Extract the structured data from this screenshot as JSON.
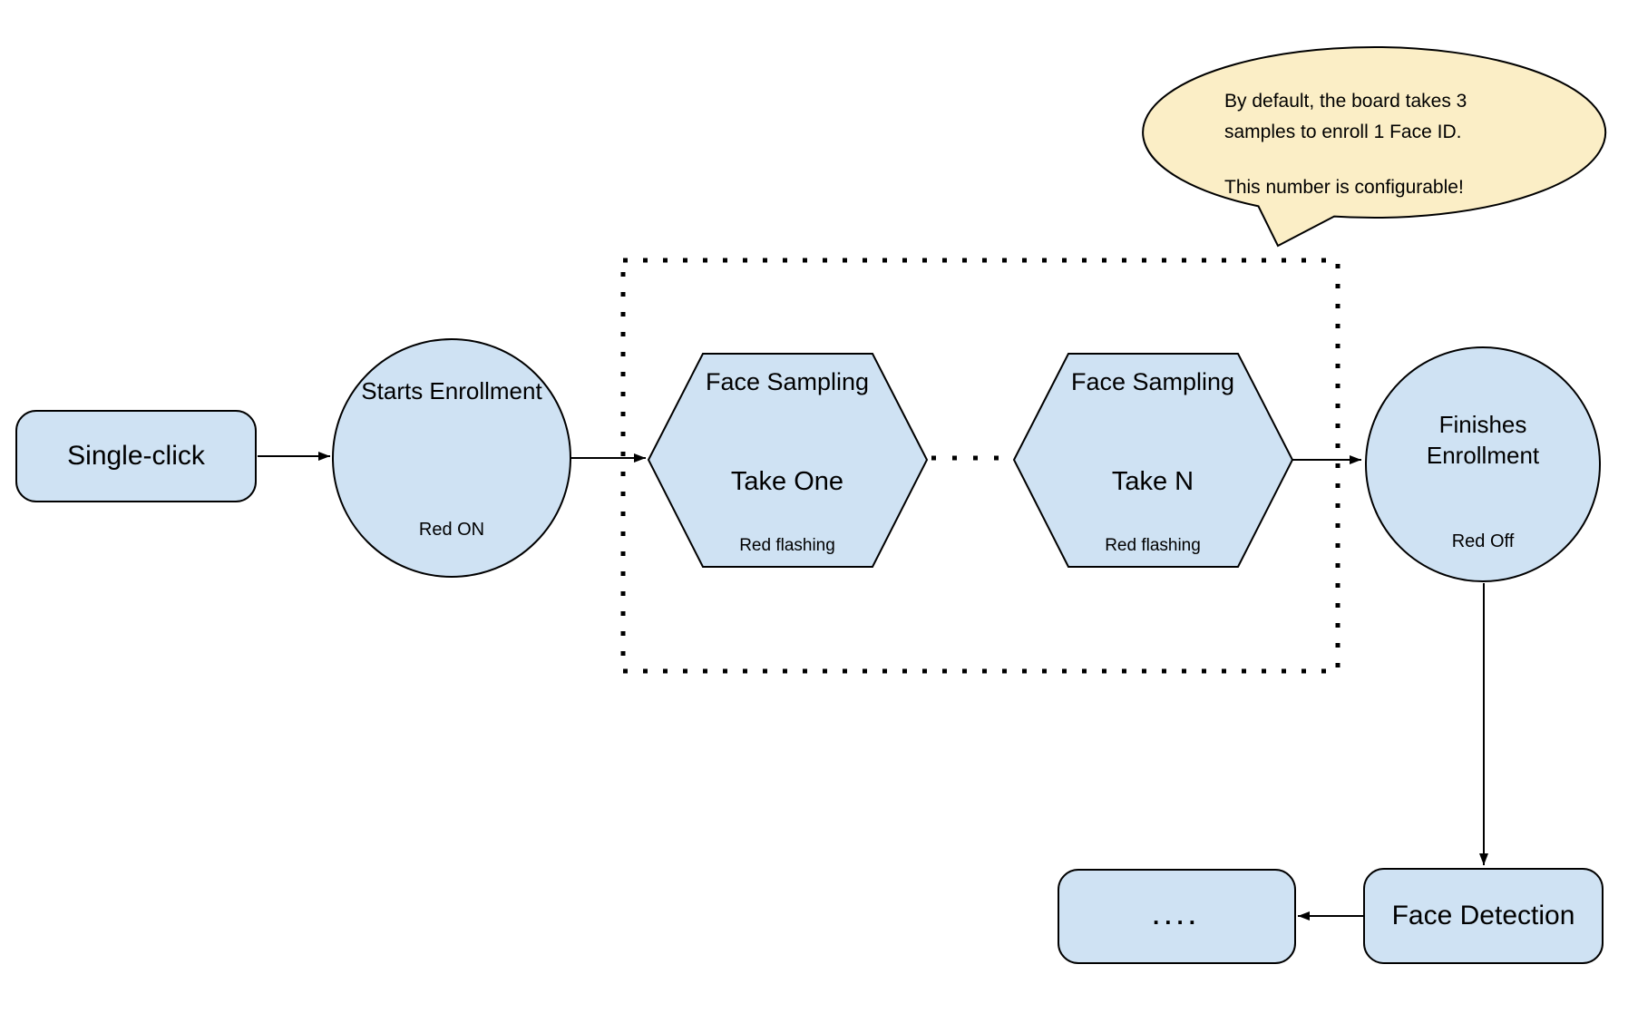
{
  "diagram": {
    "nodes": {
      "single_click": {
        "label": "Single-click"
      },
      "starts_enrollment": {
        "label": "Starts Enrollment",
        "status": "Red ON"
      },
      "face_sampling_one": {
        "title": "Face Sampling",
        "take": "Take One",
        "status": "Red flashing"
      },
      "face_sampling_n": {
        "title": "Face Sampling",
        "take": "Take N",
        "status": "Red flashing"
      },
      "finishes_enrollment": {
        "label": "Finishes Enrollment",
        "status": "Red Off"
      },
      "face_detection": {
        "label": "Face Detection"
      },
      "continuation": {
        "label": "...."
      }
    },
    "callout": {
      "paragraph1": "By default, the board takes 3 samples to enroll 1 Face ID.",
      "paragraph2": "This number is configurable!"
    },
    "colors": {
      "node_fill": "#cfe2f3",
      "node_stroke": "#000000",
      "callout_fill": "#fbeec6",
      "connector": "#000000",
      "background": "#ffffff"
    }
  }
}
